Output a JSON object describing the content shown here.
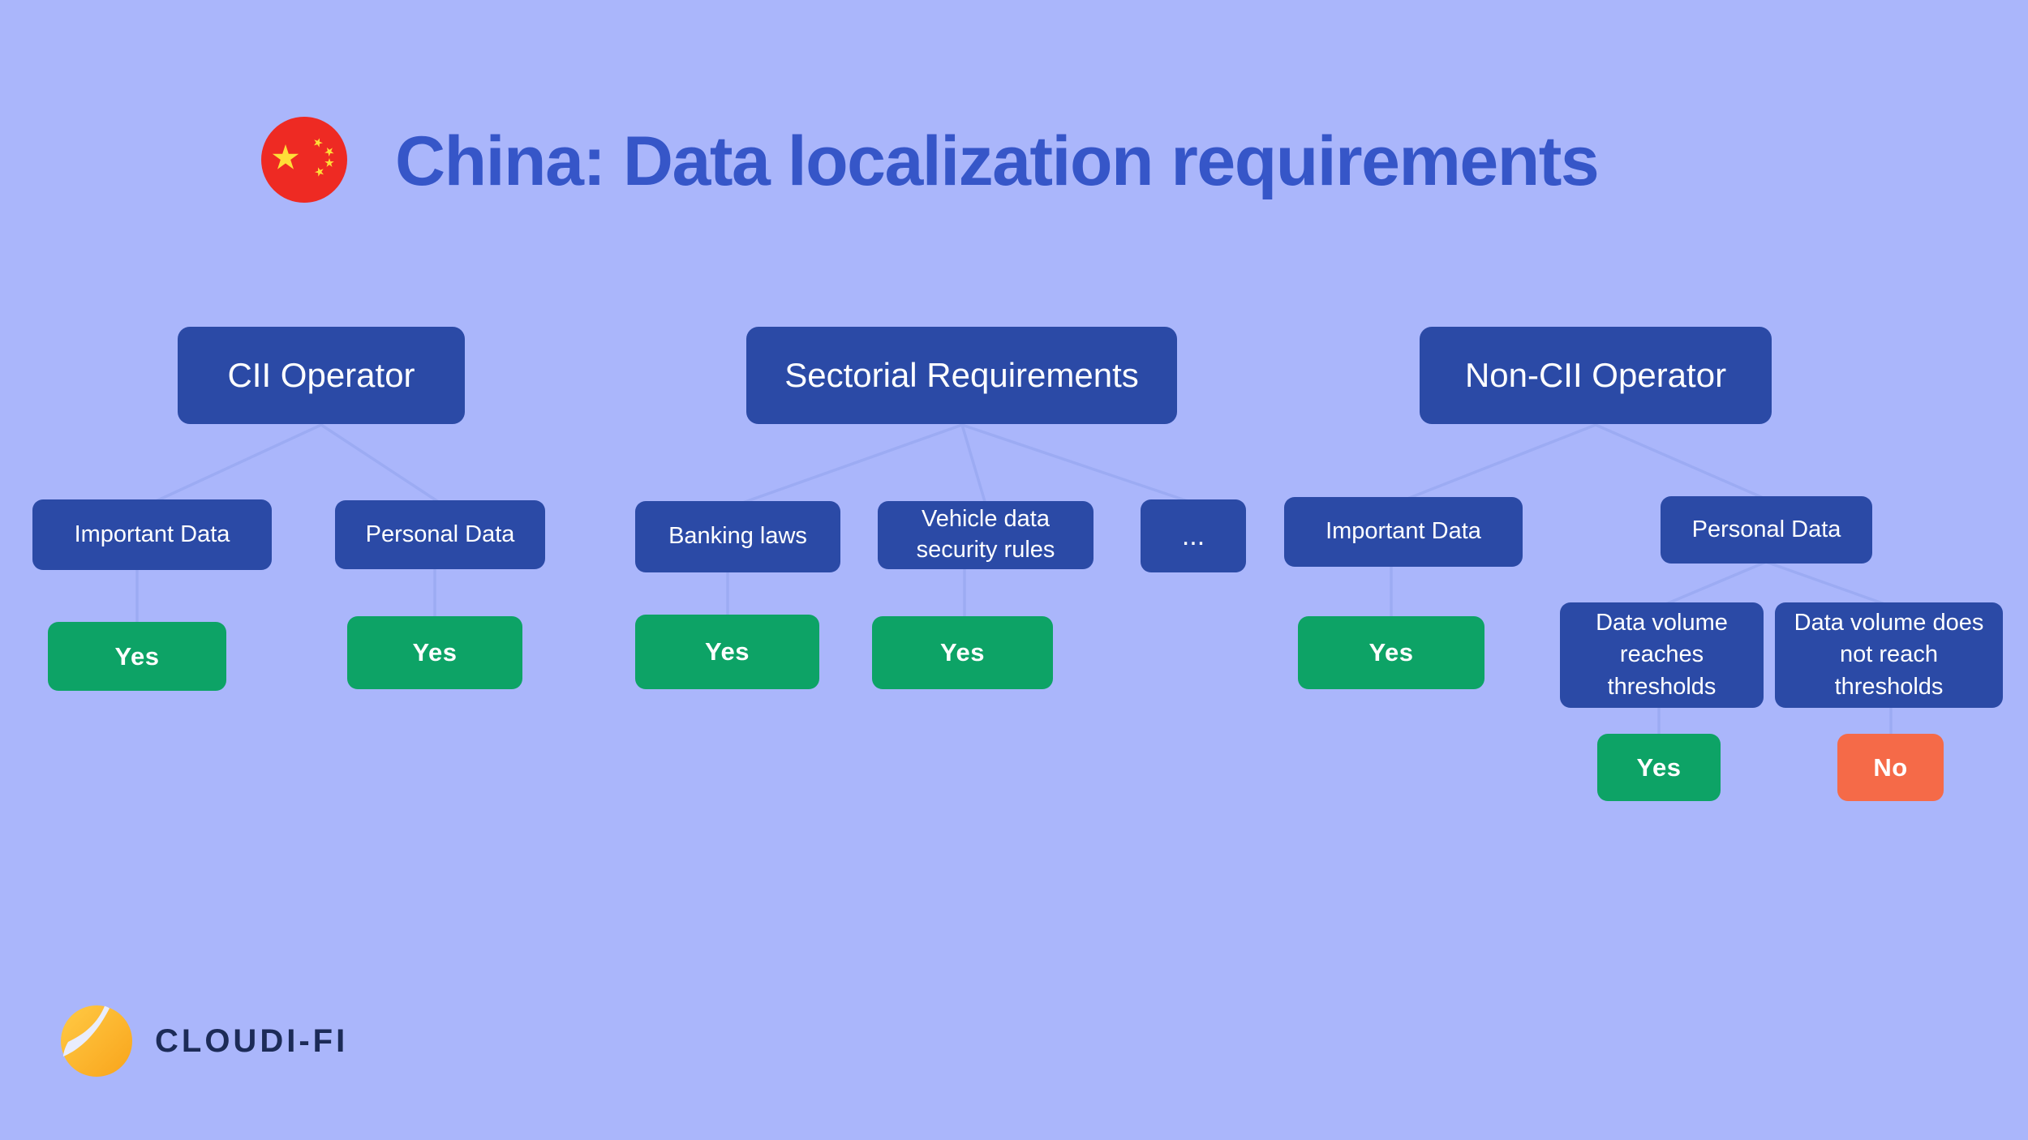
{
  "title": {
    "text": "China: Data localization requirements"
  },
  "brand": {
    "name": "CLOUDI-FI"
  },
  "colors": {
    "background": "#aab6fb",
    "node_blue": "#2b4aa6",
    "yes_green": "#0da366",
    "no_orange": "#f56a48",
    "title_blue": "#3656c8",
    "connector": "#9cabf3",
    "brand_navy": "#1c2b57",
    "flag_red": "#ee2a23",
    "flag_star_yellow": "#ffde38",
    "logo_gold": "#fbb02c"
  },
  "icons": [
    {
      "name": "china-flag-icon",
      "description": "red circle with five yellow stars"
    },
    {
      "name": "cloudifi-logo-icon",
      "description": "gold circle with white swoosh"
    }
  ],
  "diagram": {
    "groups": [
      {
        "root": {
          "label": "CII Operator"
        },
        "children": [
          {
            "label": "Important Data",
            "outcome": {
              "label": "Yes",
              "kind": "yes"
            }
          },
          {
            "label": "Personal Data",
            "outcome": {
              "label": "Yes",
              "kind": "yes"
            }
          }
        ]
      },
      {
        "root": {
          "label": "Sectorial Requirements"
        },
        "children": [
          {
            "label": "Banking laws",
            "outcome": {
              "label": "Yes",
              "kind": "yes"
            }
          },
          {
            "label": "Vehicle data security rules",
            "outcome": {
              "label": "Yes",
              "kind": "yes"
            }
          },
          {
            "label": "...",
            "outcome": null
          }
        ]
      },
      {
        "root": {
          "label": "Non-CII Operator"
        },
        "children": [
          {
            "label": "Important Data",
            "outcome": {
              "label": "Yes",
              "kind": "yes"
            }
          },
          {
            "label": "Personal Data",
            "children": [
              {
                "label": "Data volume reaches thresholds",
                "outcome": {
                  "label": "Yes",
                  "kind": "yes"
                }
              },
              {
                "label": "Data volume does not reach thresholds",
                "outcome": {
                  "label": "No",
                  "kind": "no"
                }
              }
            ]
          }
        ]
      }
    ]
  }
}
